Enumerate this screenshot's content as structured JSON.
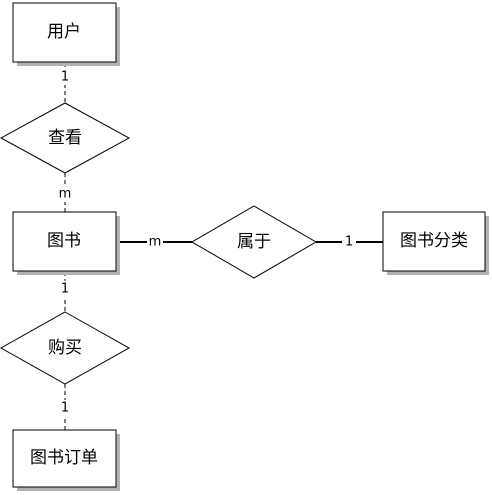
{
  "entities": {
    "user": "用户",
    "book": "图书",
    "category": "图书分类",
    "order": "图书订单"
  },
  "relations": {
    "view": "查看",
    "belongs": "属于",
    "buy": "购买"
  },
  "cardinalities": {
    "user_view": "1",
    "view_book": "m",
    "book_belongs": "m",
    "belongs_category": "1",
    "book_buy": "1",
    "buy_order": "1"
  }
}
